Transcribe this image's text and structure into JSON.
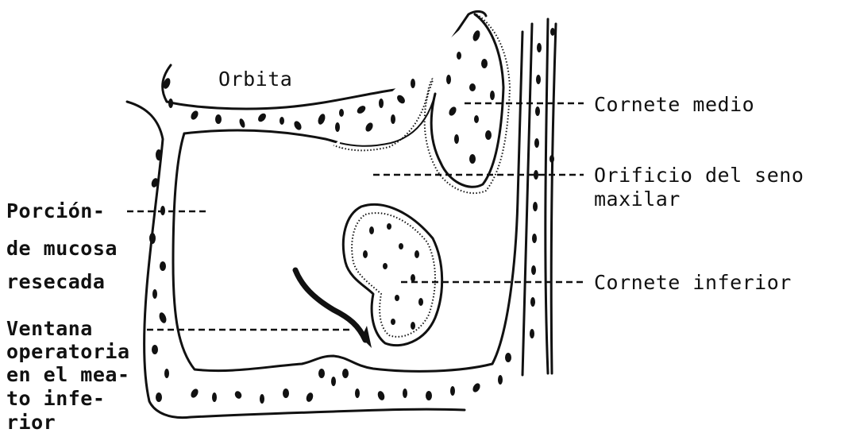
{
  "labels": {
    "orbita": "Orbita",
    "cornete_medio": "Cornete medio",
    "orificio_line1": "Orificio del seno",
    "orificio_line2": "maxilar",
    "porcion_line1": "Porción-",
    "porcion_line2": "de mucosa",
    "porcion_line3": "resecada",
    "ventana_line1": "Ventana",
    "ventana_line2": "operatoria",
    "ventana_line3": "en el mea-",
    "ventana_line4": "to infe-",
    "ventana_line5": "rior",
    "cornete_inferior": "Cornete inferior"
  },
  "colors": {
    "ink": "#111111",
    "background": "#ffffff"
  }
}
